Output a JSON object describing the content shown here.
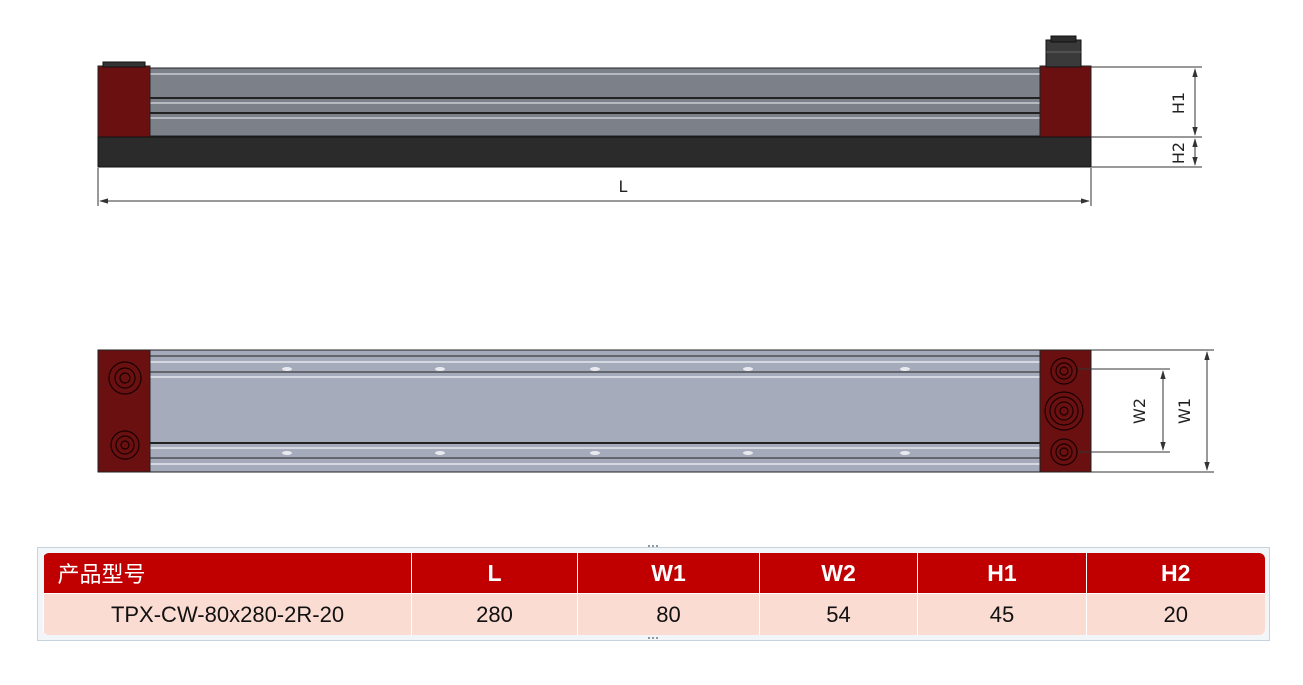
{
  "drawing": {
    "dimension_labels": {
      "length": "L",
      "height_1": "H1",
      "height_2": "H2",
      "width_1": "W1",
      "width_2": "W2"
    },
    "colors": {
      "end_cap": "#6b1010",
      "profile_body": "#7c8089",
      "base_plate": "#2b2b2b",
      "top_view_body": "#a6abbb"
    }
  },
  "spec_table": {
    "headers": [
      "产品型号",
      "L",
      "W1",
      "W2",
      "H1",
      "H2"
    ],
    "rows": [
      [
        "TPX-CW-80x280-2R-20",
        "280",
        "80",
        "54",
        "45",
        "20"
      ]
    ],
    "colors": {
      "header_bg": "#c00000",
      "row_bg": "#fbdcd3"
    }
  }
}
